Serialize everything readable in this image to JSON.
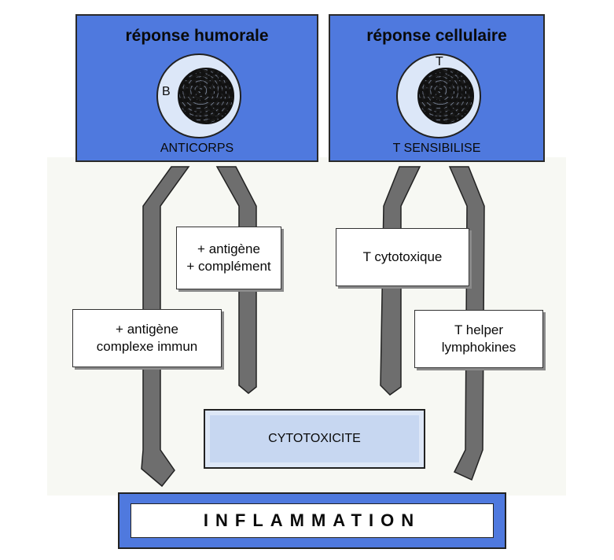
{
  "humoral": {
    "title": "réponse humorale",
    "cell_label": "B",
    "product": "ANTICORPS"
  },
  "cellular": {
    "title": "réponse cellulaire",
    "cell_label": "T",
    "product": "T SENSIBILISE"
  },
  "boxes": {
    "antigen_complement": [
      "+ antigène",
      "+ complément"
    ],
    "antigen_immune_complex": [
      "+ antigène",
      "complexe immun"
    ],
    "t_cytotoxic": "T cytotoxique",
    "t_helper": [
      "T helper",
      "lymphokines"
    ]
  },
  "cytotoxicity": "CYTOTOXICITE",
  "inflammation": "INFLAMMATION",
  "colors": {
    "panel_blue": "#4f79de",
    "cell_fill": "#dce7f8",
    "cyto_fill": "#c7d7f1",
    "arrow_gray": "#6e6e6e"
  }
}
